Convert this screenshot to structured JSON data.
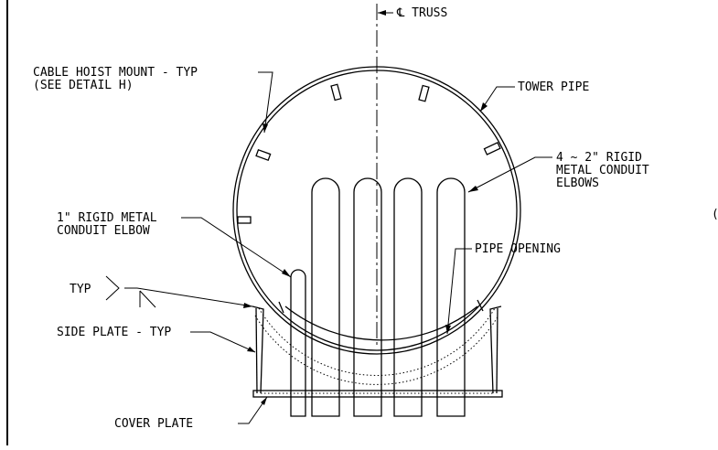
{
  "labels": {
    "truss": "℄ TRUSS",
    "hoist_line1": "CABLE HOIST MOUNT - TYP",
    "hoist_line2": "(SEE DETAIL H)",
    "tower_pipe": "TOWER PIPE",
    "rigid_line1": "4 ~ 2\" RIGID",
    "rigid_line2": "METAL CONDUIT",
    "rigid_line3": "ELBOWS",
    "one_inch_line1": "1\" RIGID METAL",
    "one_inch_line2": "CONDUIT ELBOW",
    "pipe_opening": "PIPE OPENING",
    "typ": "TYP",
    "side_plate": "SIDE PLATE - TYP",
    "cover_plate": "COVER PLATE",
    "edge_fragment": "("
  }
}
